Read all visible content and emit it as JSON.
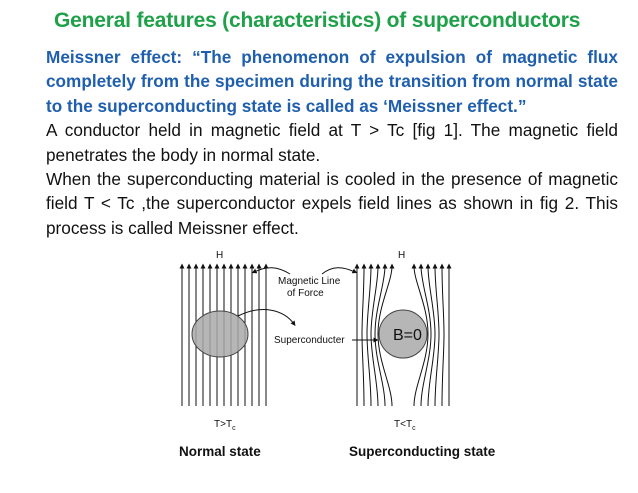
{
  "slide": {
    "title": "General features (characteristics) of superconductors",
    "meissner_definition": "Meissner effect: “The phenomenon of expulsion of magnetic flux completely from the specimen during the transition from normal state to the superconducting state is called as ‘Meissner effect.”",
    "paragraph_1": "A conductor held in magnetic field at T > Tc [fig 1]. The magnetic field penetrates the body in normal state.",
    "paragraph_2": "When the superconducting material is cooled in the presence of magnetic field T < Tc ,the superconductor expels field lines as shown in fig 2. This process is called Meissner effect."
  },
  "figure": {
    "h_left": "H",
    "h_right": "H",
    "line_of_force_1": "Magnetic Line",
    "line_of_force_2": "of Force",
    "superconducter_label": "Superconducter",
    "b_zero": "B=0",
    "temp_left_main": "T>T",
    "temp_left_sub": "c",
    "temp_right_main": "T<T",
    "temp_right_sub": "c"
  },
  "captions": {
    "normal_state": "Normal state",
    "superconducting_state": "Superconducting state"
  },
  "colors": {
    "title": "#1fa14a",
    "definition": "#1f5fae",
    "sample_fill": "#a9a9a9"
  }
}
